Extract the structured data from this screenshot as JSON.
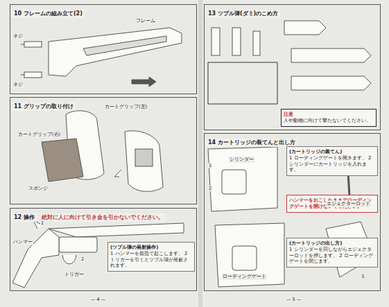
{
  "diagram": {
    "nodes": [
      {
        "text": [
          "10 フレームの組み立て(2)"
        ]
      },
      {
        "text": [
          "11 グリップの取り付け"
        ]
      },
      {
        "text": [
          "12 操作",
          "絶対に人に向けて引き金を引かないでください。"
        ]
      },
      {
        "text": [
          "(ツブル弾の発射操作)",
          "1 ハンマーを親指で起こします。 2 トリガーを引くとツブル弾が発射されます。"
        ],
        "in": 2
      },
      {
        "text": [
          "13 ツブル弾(ダミ)のこめ方"
        ]
      },
      {
        "text": [
          "注意",
          "人や動物に向けて撃たないでください。"
        ],
        "in": 4
      },
      {
        "text": [
          "14 カートリッジの装てんと出し方"
        ]
      },
      {
        "text": [
          "(カートリッジの装てん)",
          "1 ローディングゲートを開きます。 2 シリンダーにカートリッジを入れます。"
        ],
        "in": 6
      },
      {
        "text": [
          "ハンマーをおこしたままでローディングゲートを開けないでください。"
        ],
        "in": 6
      },
      {
        "text": [
          "(カートリッジの出し方)",
          "1 シリンダーを回しながらエジェクターロッドを押します。 2 ローディングゲートを閉じます。"
        ],
        "in": 6
      }
    ],
    "labels": [
      "ネジ",
      "フレーム",
      "ネジ",
      "カートグリップ(左)",
      "カートグリップ(右)",
      "スポンジ",
      "ハンマー",
      "トリガー",
      "1",
      "2",
      "シリンダー",
      "ローディングゲート",
      "エジェクターロッド",
      "1",
      "2",
      "3",
      "— 4 —",
      "— 5 —"
    ]
  }
}
